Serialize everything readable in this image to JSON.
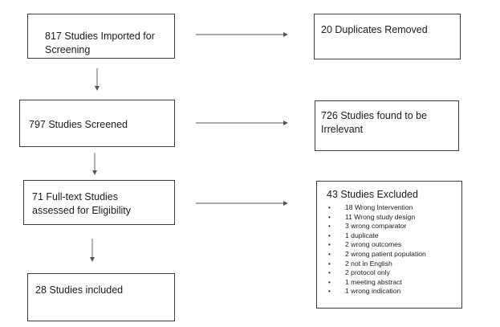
{
  "flow": {
    "imported": "817 Studies Imported for Screening",
    "screened": "797 Studies Screened",
    "fulltext": "71 Full-text Studies assessed for Eligibility",
    "included": "28 Studies included"
  },
  "removed": {
    "duplicates": "20 Duplicates Removed",
    "irrelevant": "726 Studies found to be Irrelevant"
  },
  "excluded": {
    "title": "43 Studies Excluded",
    "reasons": [
      "18 Wrong Intervention",
      "11 Wrong study design",
      "3 wrong comparator",
      "1 duplicate",
      "2 wrong outcomes",
      "2 wrong patient population",
      "2 not in English",
      "2 protocol only",
      "1 meeting abstract",
      "1 wrong indication"
    ]
  },
  "colors": {
    "border": "#3a3a3a",
    "arrow": "#555555",
    "text": "#1a1a1a"
  }
}
